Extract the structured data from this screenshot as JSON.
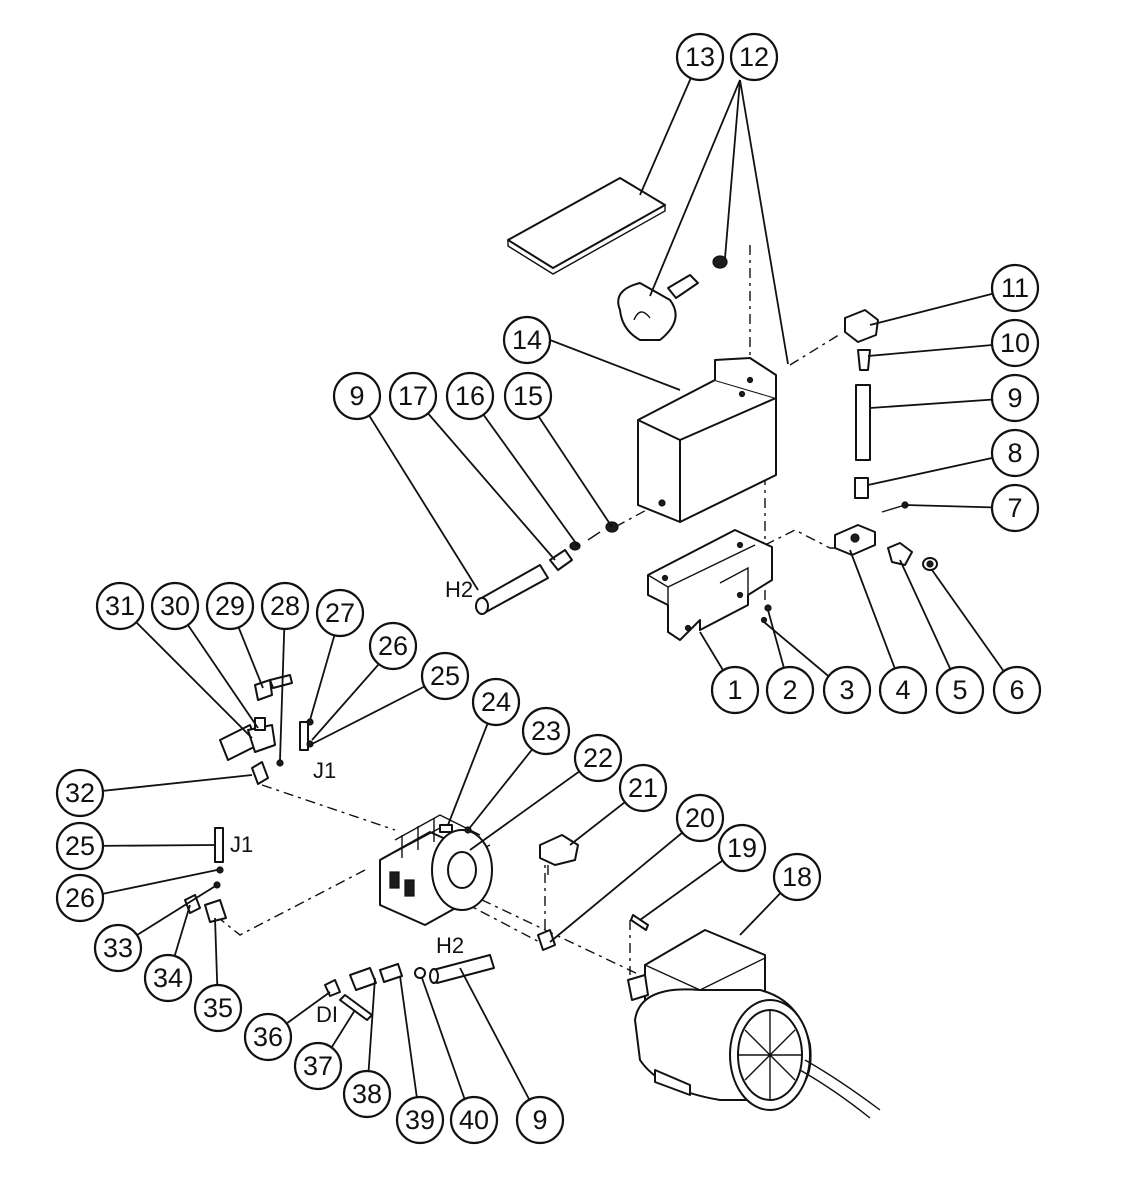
{
  "callouts": [
    "1",
    "2",
    "3",
    "4",
    "5",
    "6",
    "7",
    "8",
    "9",
    "10",
    "11",
    "12",
    "13",
    "14",
    "15",
    "16",
    "17",
    "18",
    "19",
    "20",
    "21",
    "22",
    "23",
    "24",
    "25",
    "26",
    "27",
    "28",
    "29",
    "30",
    "31",
    "32",
    "33",
    "34",
    "35",
    "36",
    "37",
    "38",
    "39",
    "40"
  ],
  "hose_tags": {
    "h2": "H2",
    "j1": "J1",
    "di": "DI"
  },
  "colors": {
    "line": "#111111",
    "background": "#ffffff"
  }
}
